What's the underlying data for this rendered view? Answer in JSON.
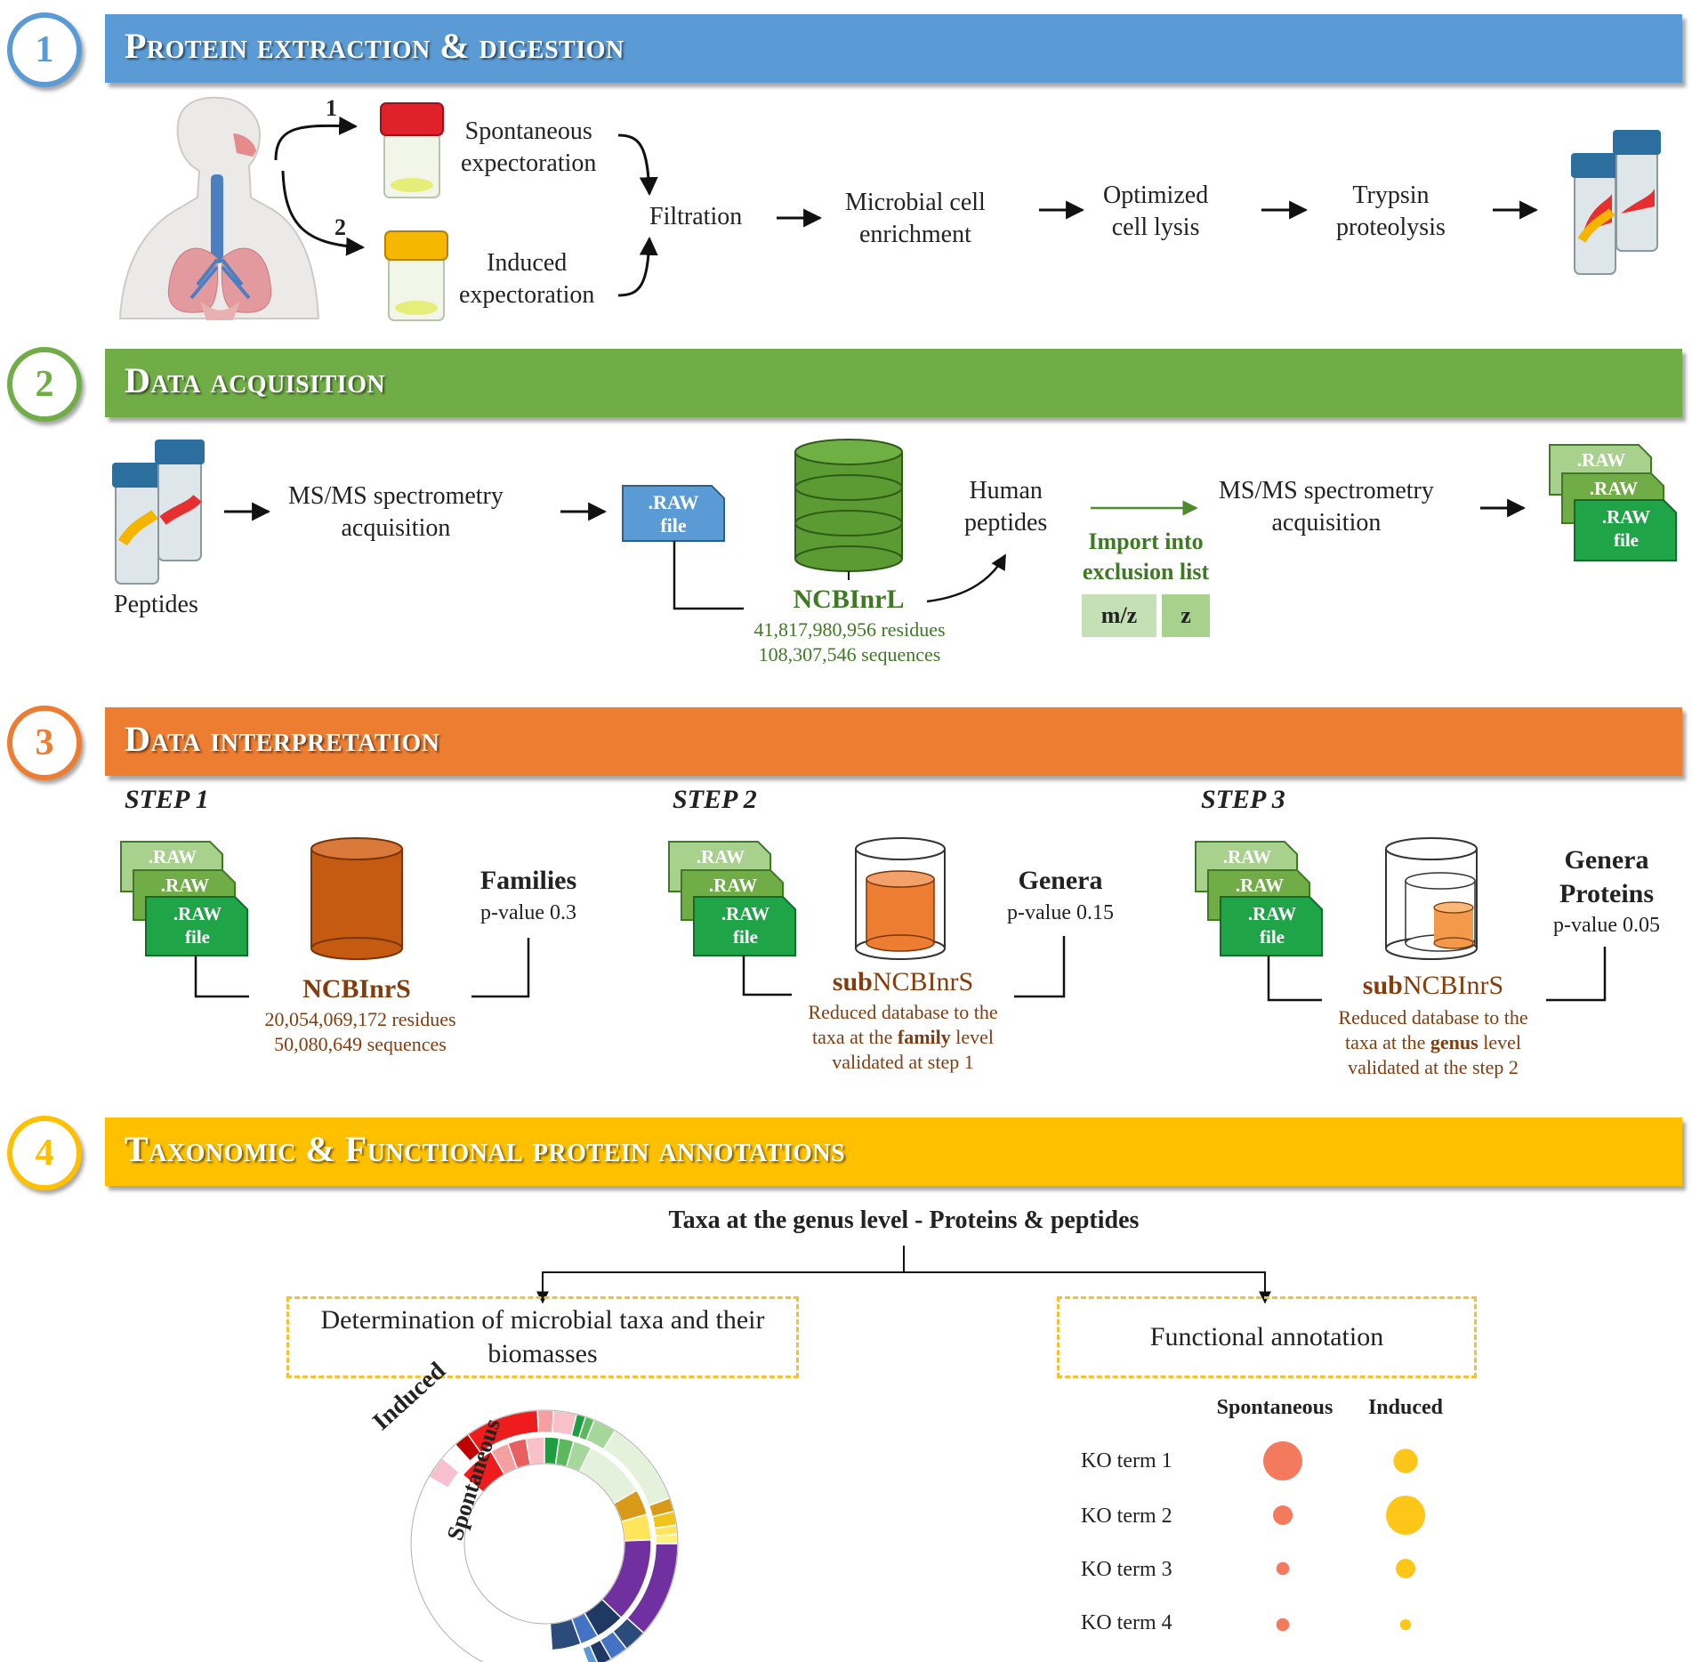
{
  "sections": [
    {
      "number": "1",
      "title": "Protein extraction & digestion",
      "color": "#5b9bd5"
    },
    {
      "number": "2",
      "title": "Data acquisition",
      "color": "#70ad47"
    },
    {
      "number": "3",
      "title": "Data interpretation",
      "color": "#ed7d31"
    },
    {
      "number": "4",
      "title": "Taxonomic & Functional protein annotations",
      "color": "#ffc000"
    }
  ],
  "s1": {
    "route1": "1",
    "route2": "2",
    "spontaneous": "Spontaneous\nexpectoration",
    "induced": "Induced\nexpectoration",
    "filtration": "Filtration",
    "enrichment": "Microbial cell\nenrichment",
    "lysis": "Optimized\ncell lysis",
    "trypsin": "Trypsin\nproteolysis"
  },
  "s2": {
    "peptides": "Peptides",
    "msms1": "MS/MS spectrometry\nacquisition",
    "raw_file": ".RAW\nfile",
    "raw": ".RAW",
    "ncbinrl": "NCBInrL",
    "ncbinrl_stats": "41,817,980,956 residues\n108,307,546 sequences",
    "human": "Human\npeptides",
    "import": "Import into\nexclusion list",
    "mz": "m/z",
    "z": "z",
    "msms2": "MS/MS spectrometry\nacquisition"
  },
  "s3": {
    "step1": "STEP 1",
    "step2": "STEP 2",
    "step3": "STEP 3",
    "families": "Families",
    "pv1": "p-value 0.3",
    "ncbinrs": "NCBInrS",
    "ncbinrs_stats": "20,054,069,172 residues\n50,080,649 sequences",
    "genera": "Genera",
    "pv2": "p-value 0.15",
    "sub_prefix": "sub",
    "sub_suffix": "NCBInrS",
    "reduced2_a": "Reduced database to the",
    "reduced2_b": "taxa at the ",
    "reduced2_bold": "family",
    "reduced2_c": " level",
    "reduced2_d": "validated at step 1",
    "genera_proteins": "Genera\nProteins",
    "pv3": "p-value 0.05",
    "reduced3_a": "Reduced database to the",
    "reduced3_b": "taxa at the ",
    "reduced3_bold": "genus",
    "reduced3_c": " level",
    "reduced3_d": "validated at the step 2"
  },
  "s4": {
    "taxa_title": "Taxa at the genus level - Proteins & peptides",
    "determination": "Determination of microbial taxa and their\nbiomasses",
    "functional": "Functional annotation",
    "induced_label": "Induced",
    "spontaneous_label": "Spontaneous",
    "col_spontaneous": "Spontaneous",
    "col_induced": "Induced",
    "ko_terms": [
      "KO term 1",
      "KO term 2",
      "KO term 3",
      "KO term 4"
    ],
    "bubble_colors": {
      "spontaneous": "#f47a5e",
      "induced": "#ffc61a"
    },
    "bubbles_spontaneous": [
      1.0,
      0.5,
      0.33,
      0.33
    ],
    "bubbles_induced": [
      0.62,
      1.0,
      0.5,
      0.28
    ]
  }
}
